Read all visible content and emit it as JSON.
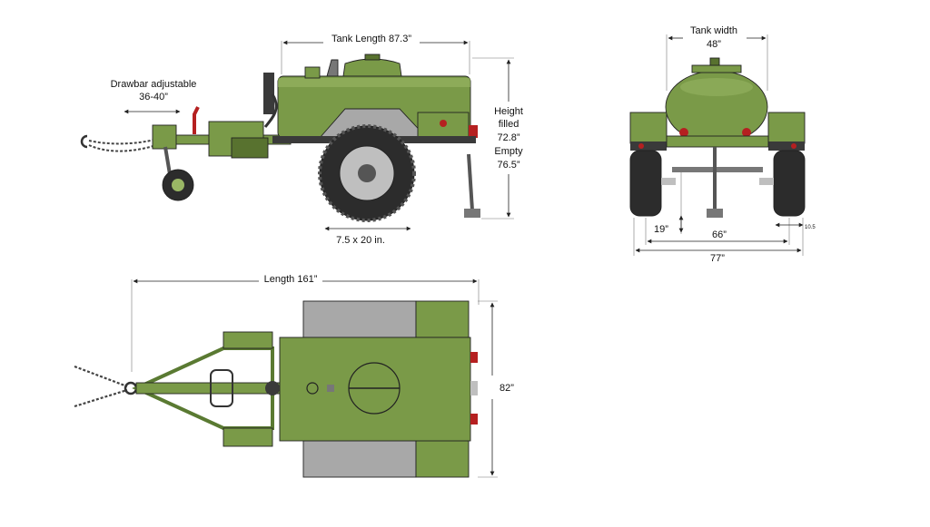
{
  "colors": {
    "olive": "#7a9a48",
    "olive_dark": "#58722f",
    "olive_light": "#9ab765",
    "tire": "#2c2c2c",
    "rim": "#bfbfbf",
    "chassis": "#3a3a3a",
    "grey_panel": "#a8a8a8",
    "lamp_red": "#b52020"
  },
  "side_view": {
    "tank_length": "Tank Length 87.3”",
    "drawbar_line1": "Drawbar adjustable",
    "drawbar_line2": "36-40”",
    "height_line1": "Height",
    "height_line2": "filled",
    "height_line3": "72.8”",
    "height_line4": "Empty",
    "height_line5": "76.5”",
    "tire_size": "7.5 x 20 in."
  },
  "rear_view": {
    "tank_width_line1": "Tank width",
    "tank_width_line2": "48”",
    "dim_19": "19”",
    "dim_66": "66”",
    "dim_77": "77”",
    "dim_10_5": "10.5"
  },
  "top_view": {
    "length": "Length 161”",
    "width": "82”"
  }
}
